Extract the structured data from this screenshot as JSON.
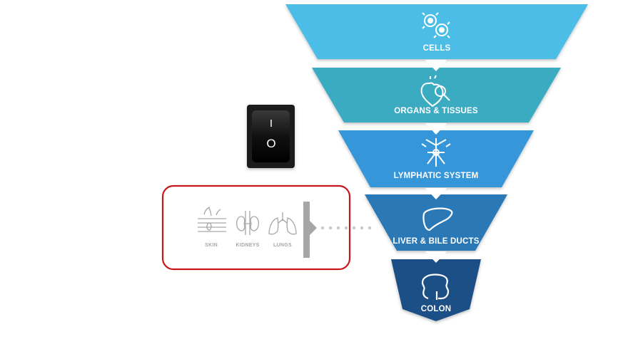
{
  "funnel": {
    "tiers": [
      {
        "label": "CELLS",
        "icon": "cells-icon",
        "color": "#4bbde6"
      },
      {
        "label": "ORGANS & TISSUES",
        "icon": "organs-icon",
        "color": "#3aabc2"
      },
      {
        "label": "LYMPHATIC SYSTEM",
        "icon": "lymphatic-icon",
        "color": "#3496d9"
      },
      {
        "label": "LIVER & BILE DUCTS",
        "icon": "liver-icon",
        "color": "#2a78b5"
      },
      {
        "label": "COLON",
        "icon": "colon-icon",
        "color": "#1d4f85"
      }
    ]
  },
  "switch": {
    "on_symbol": "I",
    "off_symbol": "O",
    "color": "#1a1a1a"
  },
  "elimination_box": {
    "border_color": "#c8161d",
    "organs": [
      {
        "label": "SKIN",
        "icon": "skin-icon"
      },
      {
        "label": "KIDNEYS",
        "icon": "kidneys-icon"
      },
      {
        "label": "LUNGS",
        "icon": "lungs-icon"
      }
    ],
    "bar_color": "#a6a6a6"
  }
}
